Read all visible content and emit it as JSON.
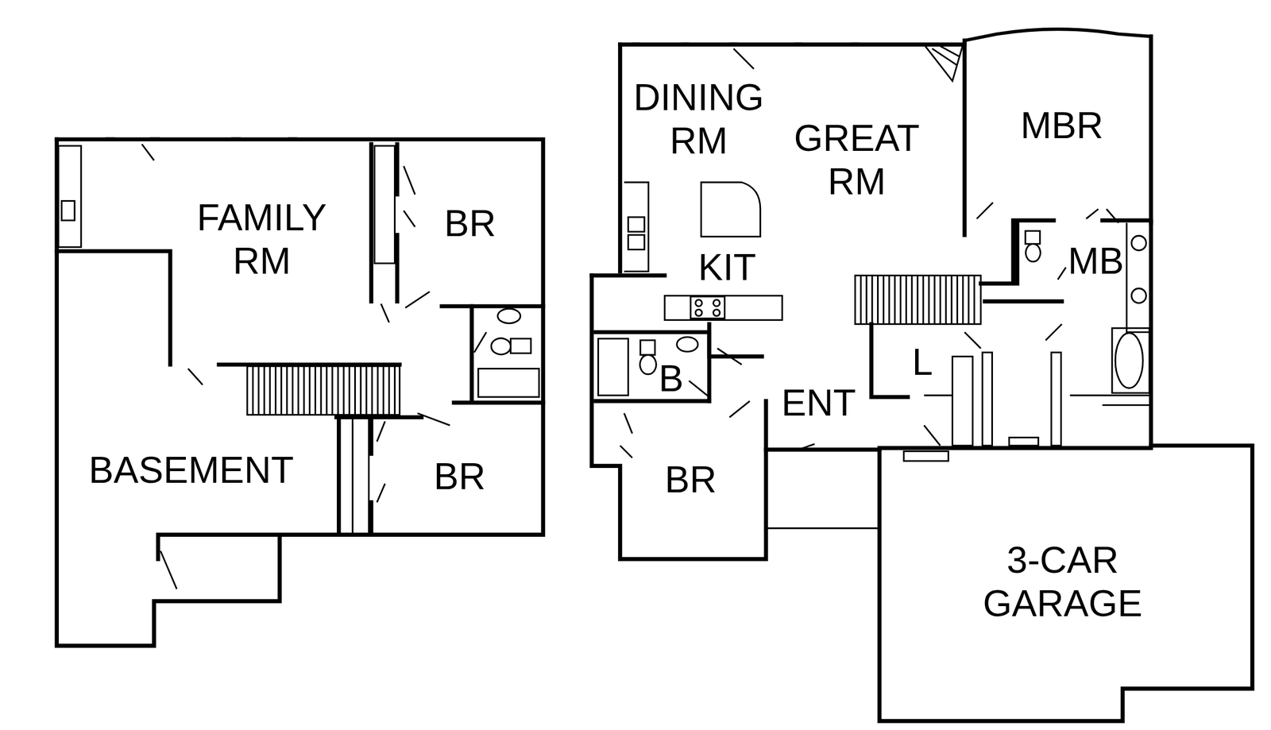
{
  "diagram": {
    "labels": [
      "FAMILY RM",
      "BR",
      "BASEMENT",
      "BR",
      "DINING RM",
      "GREAT RM",
      "MBR",
      "KIT",
      "MB",
      "B",
      "L",
      "ENT",
      "BR",
      "3-CAR GARAGE"
    ]
  }
}
